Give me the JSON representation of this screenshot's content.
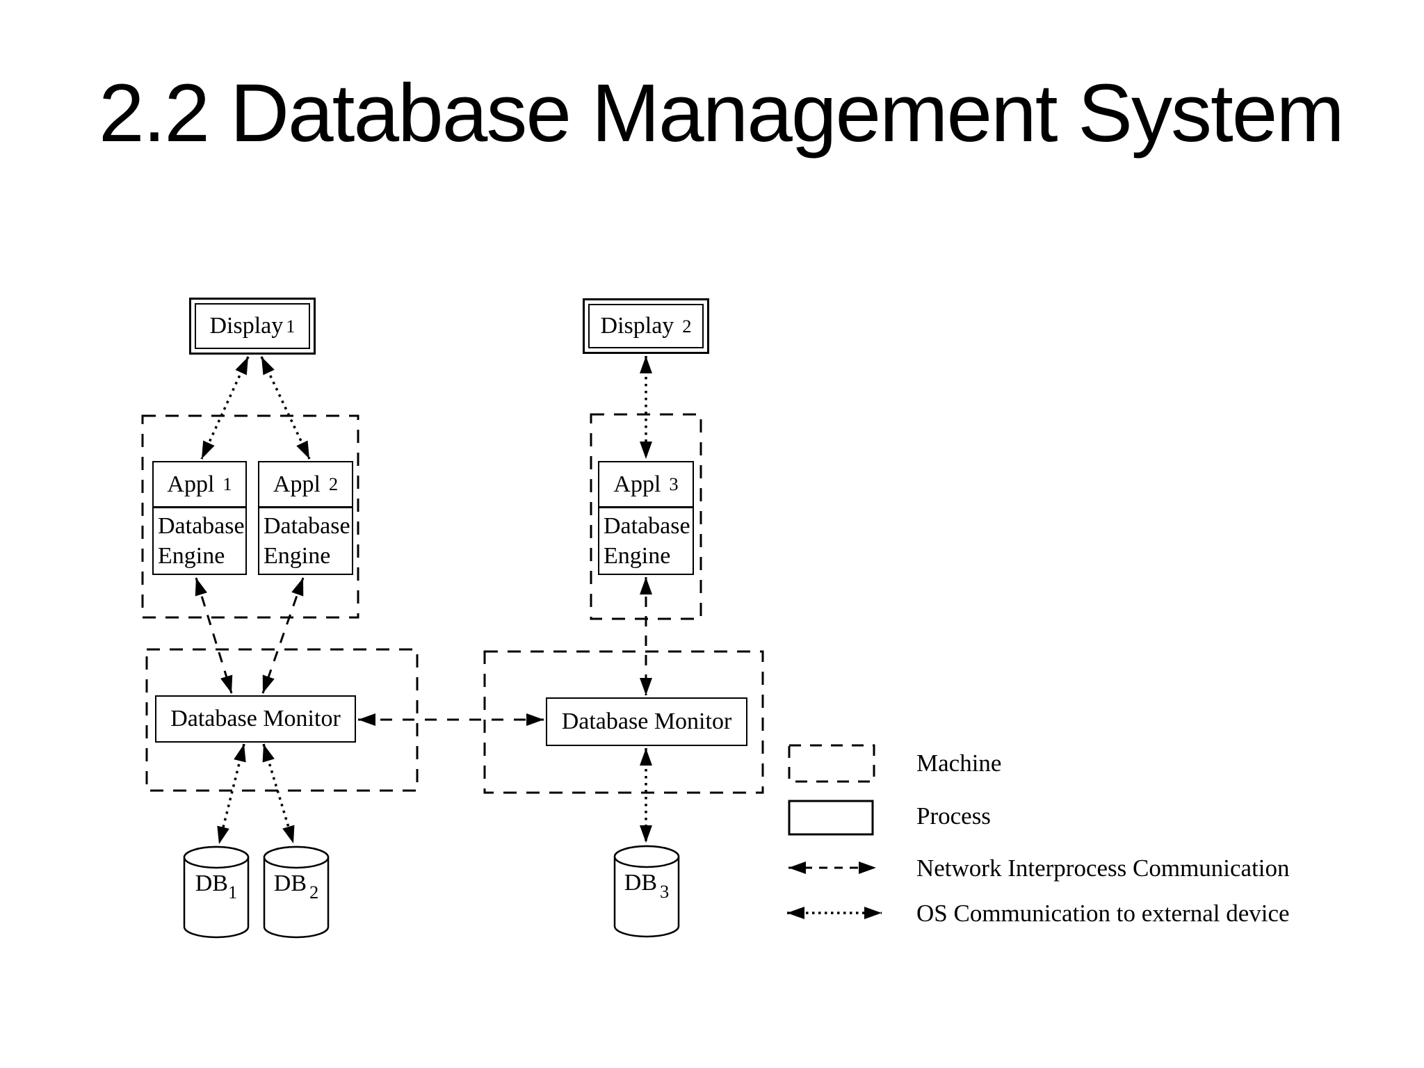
{
  "title": "2.2 Database Management System",
  "nodes": {
    "display1": {
      "label": "Display",
      "sub": "1"
    },
    "display2": {
      "label": "Display",
      "sub": "2"
    },
    "appl1": {
      "label": "Appl",
      "sub": "1",
      "engine": "Database Engine"
    },
    "appl2": {
      "label": "Appl",
      "sub": "2",
      "engine": "Database Engine"
    },
    "appl3": {
      "label": "Appl",
      "sub": "3",
      "engine": "Database Engine"
    },
    "monitor1": {
      "label": "Database Monitor"
    },
    "monitor2": {
      "label": "Database Monitor"
    },
    "db1": {
      "label": "DB",
      "sub": "1"
    },
    "db2": {
      "label": "DB",
      "sub": "2"
    },
    "db3": {
      "label": "DB",
      "sub": "3"
    }
  },
  "legend": {
    "items": [
      {
        "swatch": "machine-dashed-box",
        "label": "Machine"
      },
      {
        "swatch": "process-solid-box",
        "label": "Process"
      },
      {
        "swatch": "network-dashed-arrow",
        "label": "Network Interprocess Communication"
      },
      {
        "swatch": "os-dotted-arrow",
        "label": "OS Communication to external device"
      }
    ]
  },
  "colors": {
    "ink": "#000000",
    "background": "#ffffff"
  }
}
